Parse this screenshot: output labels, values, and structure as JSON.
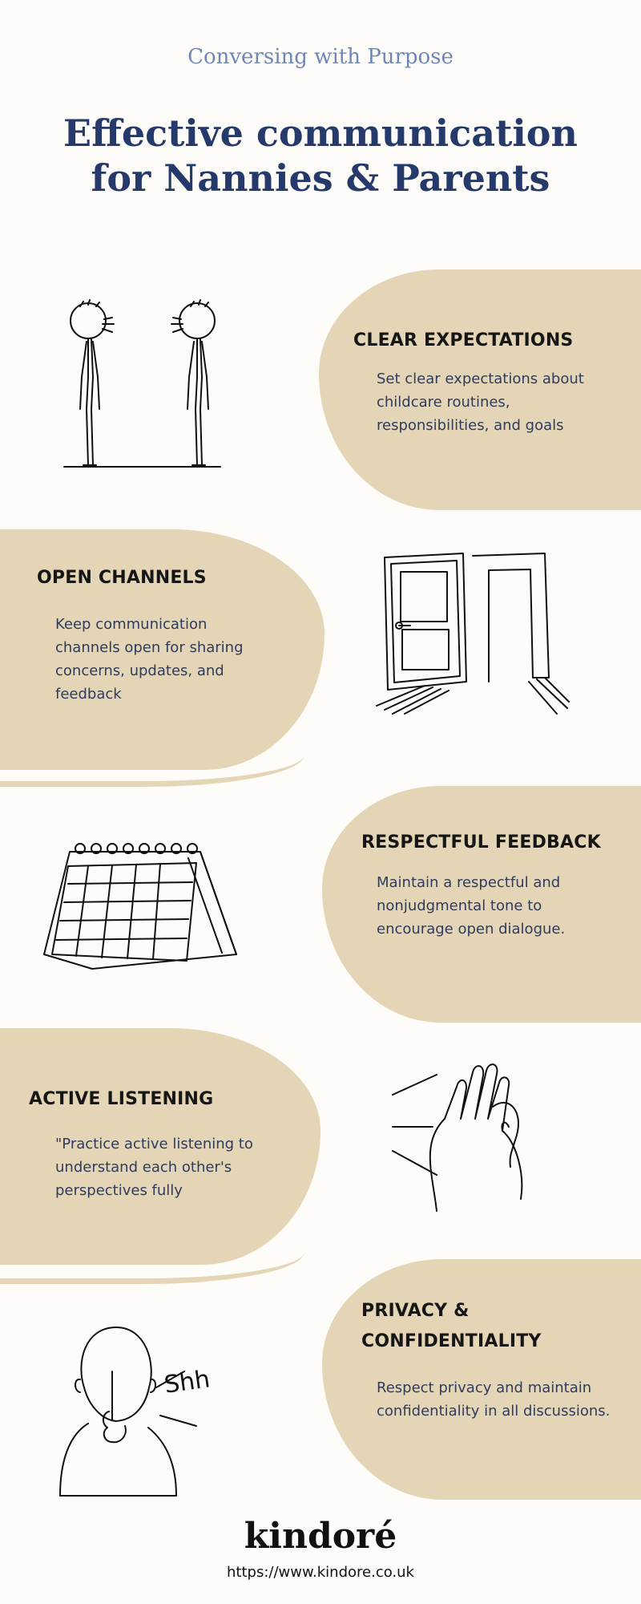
{
  "header": {
    "subtitle": "Conversing with Purpose",
    "title": "Effective communication for Nannies & Parents"
  },
  "sections": [
    {
      "heading": "CLEAR EXPECTATIONS",
      "text": "Set clear expectations about childcare routines, responsibilities, and goals",
      "icon": "two-people-talking-icon"
    },
    {
      "heading": "OPEN CHANNELS",
      "text": "Keep communication channels open for sharing concerns, updates, and feedback",
      "icon": "open-door-icon"
    },
    {
      "heading": "RESPECTFUL FEEDBACK",
      "text": "Maintain a respectful and nonjudgmental tone to encourage open dialogue.",
      "icon": "desk-calendar-icon"
    },
    {
      "heading": "ACTIVE LISTENING",
      "text": "\"Practice active listening to understand each other's perspectives fully",
      "icon": "hand-to-ear-icon"
    },
    {
      "heading": "PRIVACY & CONFIDENTIALITY",
      "text": "Respect privacy and maintain confidentiality in all discussions.",
      "icon": "shh-person-icon",
      "icon_text": "Shh"
    }
  ],
  "footer": {
    "brand": "kindoré",
    "url": "https://www.kindore.co.uk"
  },
  "colors": {
    "background": "#fdfcf8",
    "blob": "#e3d5b6",
    "title": "#253a6b",
    "subtitle": "#6f86b6"
  }
}
